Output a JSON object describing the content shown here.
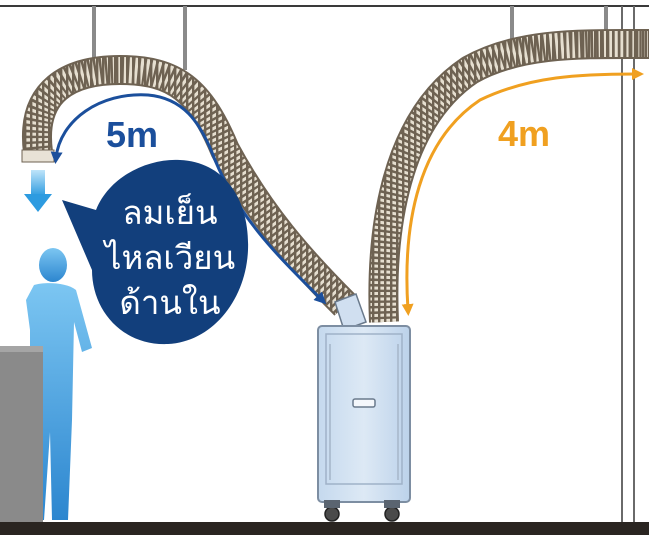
{
  "labels": {
    "supply_distance": "5m",
    "exhaust_distance": "4m"
  },
  "speech_bubble": {
    "lines": [
      "ลมเย็น",
      "ไหลเวียน",
      "ด้านใน"
    ]
  },
  "colors": {
    "supply_blue": "#1b4f9c",
    "exhaust_orange": "#f0a020",
    "bubble_navy": "#123f7c",
    "floor": "#2a2521",
    "duct_stripe": "#6e6252",
    "duct_light": "#e6dfd0",
    "person_blue": "#4aa8e8",
    "unit_body": "#d4e4f2",
    "counter_gray": "#8a8a8a"
  },
  "icons": {
    "person": "person-silhouette-icon",
    "cool_air": "down-arrow-icon",
    "unit": "spot-cooler-icon"
  }
}
